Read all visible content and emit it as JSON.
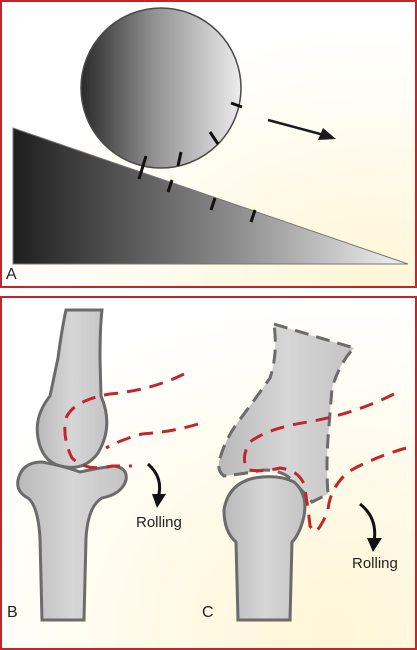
{
  "panels": {
    "a": {
      "label": "A"
    },
    "b": {
      "label": "B",
      "motion_label": "Rolling"
    },
    "c": {
      "label": "C",
      "motion_label": "Rolling"
    }
  },
  "colors": {
    "border": "#c0272d",
    "dashed_line": "#c0272d",
    "bone_fill": "#c9c9c9",
    "bone_stroke": "#6b6b6b",
    "arrow": "#1a1a1a"
  }
}
